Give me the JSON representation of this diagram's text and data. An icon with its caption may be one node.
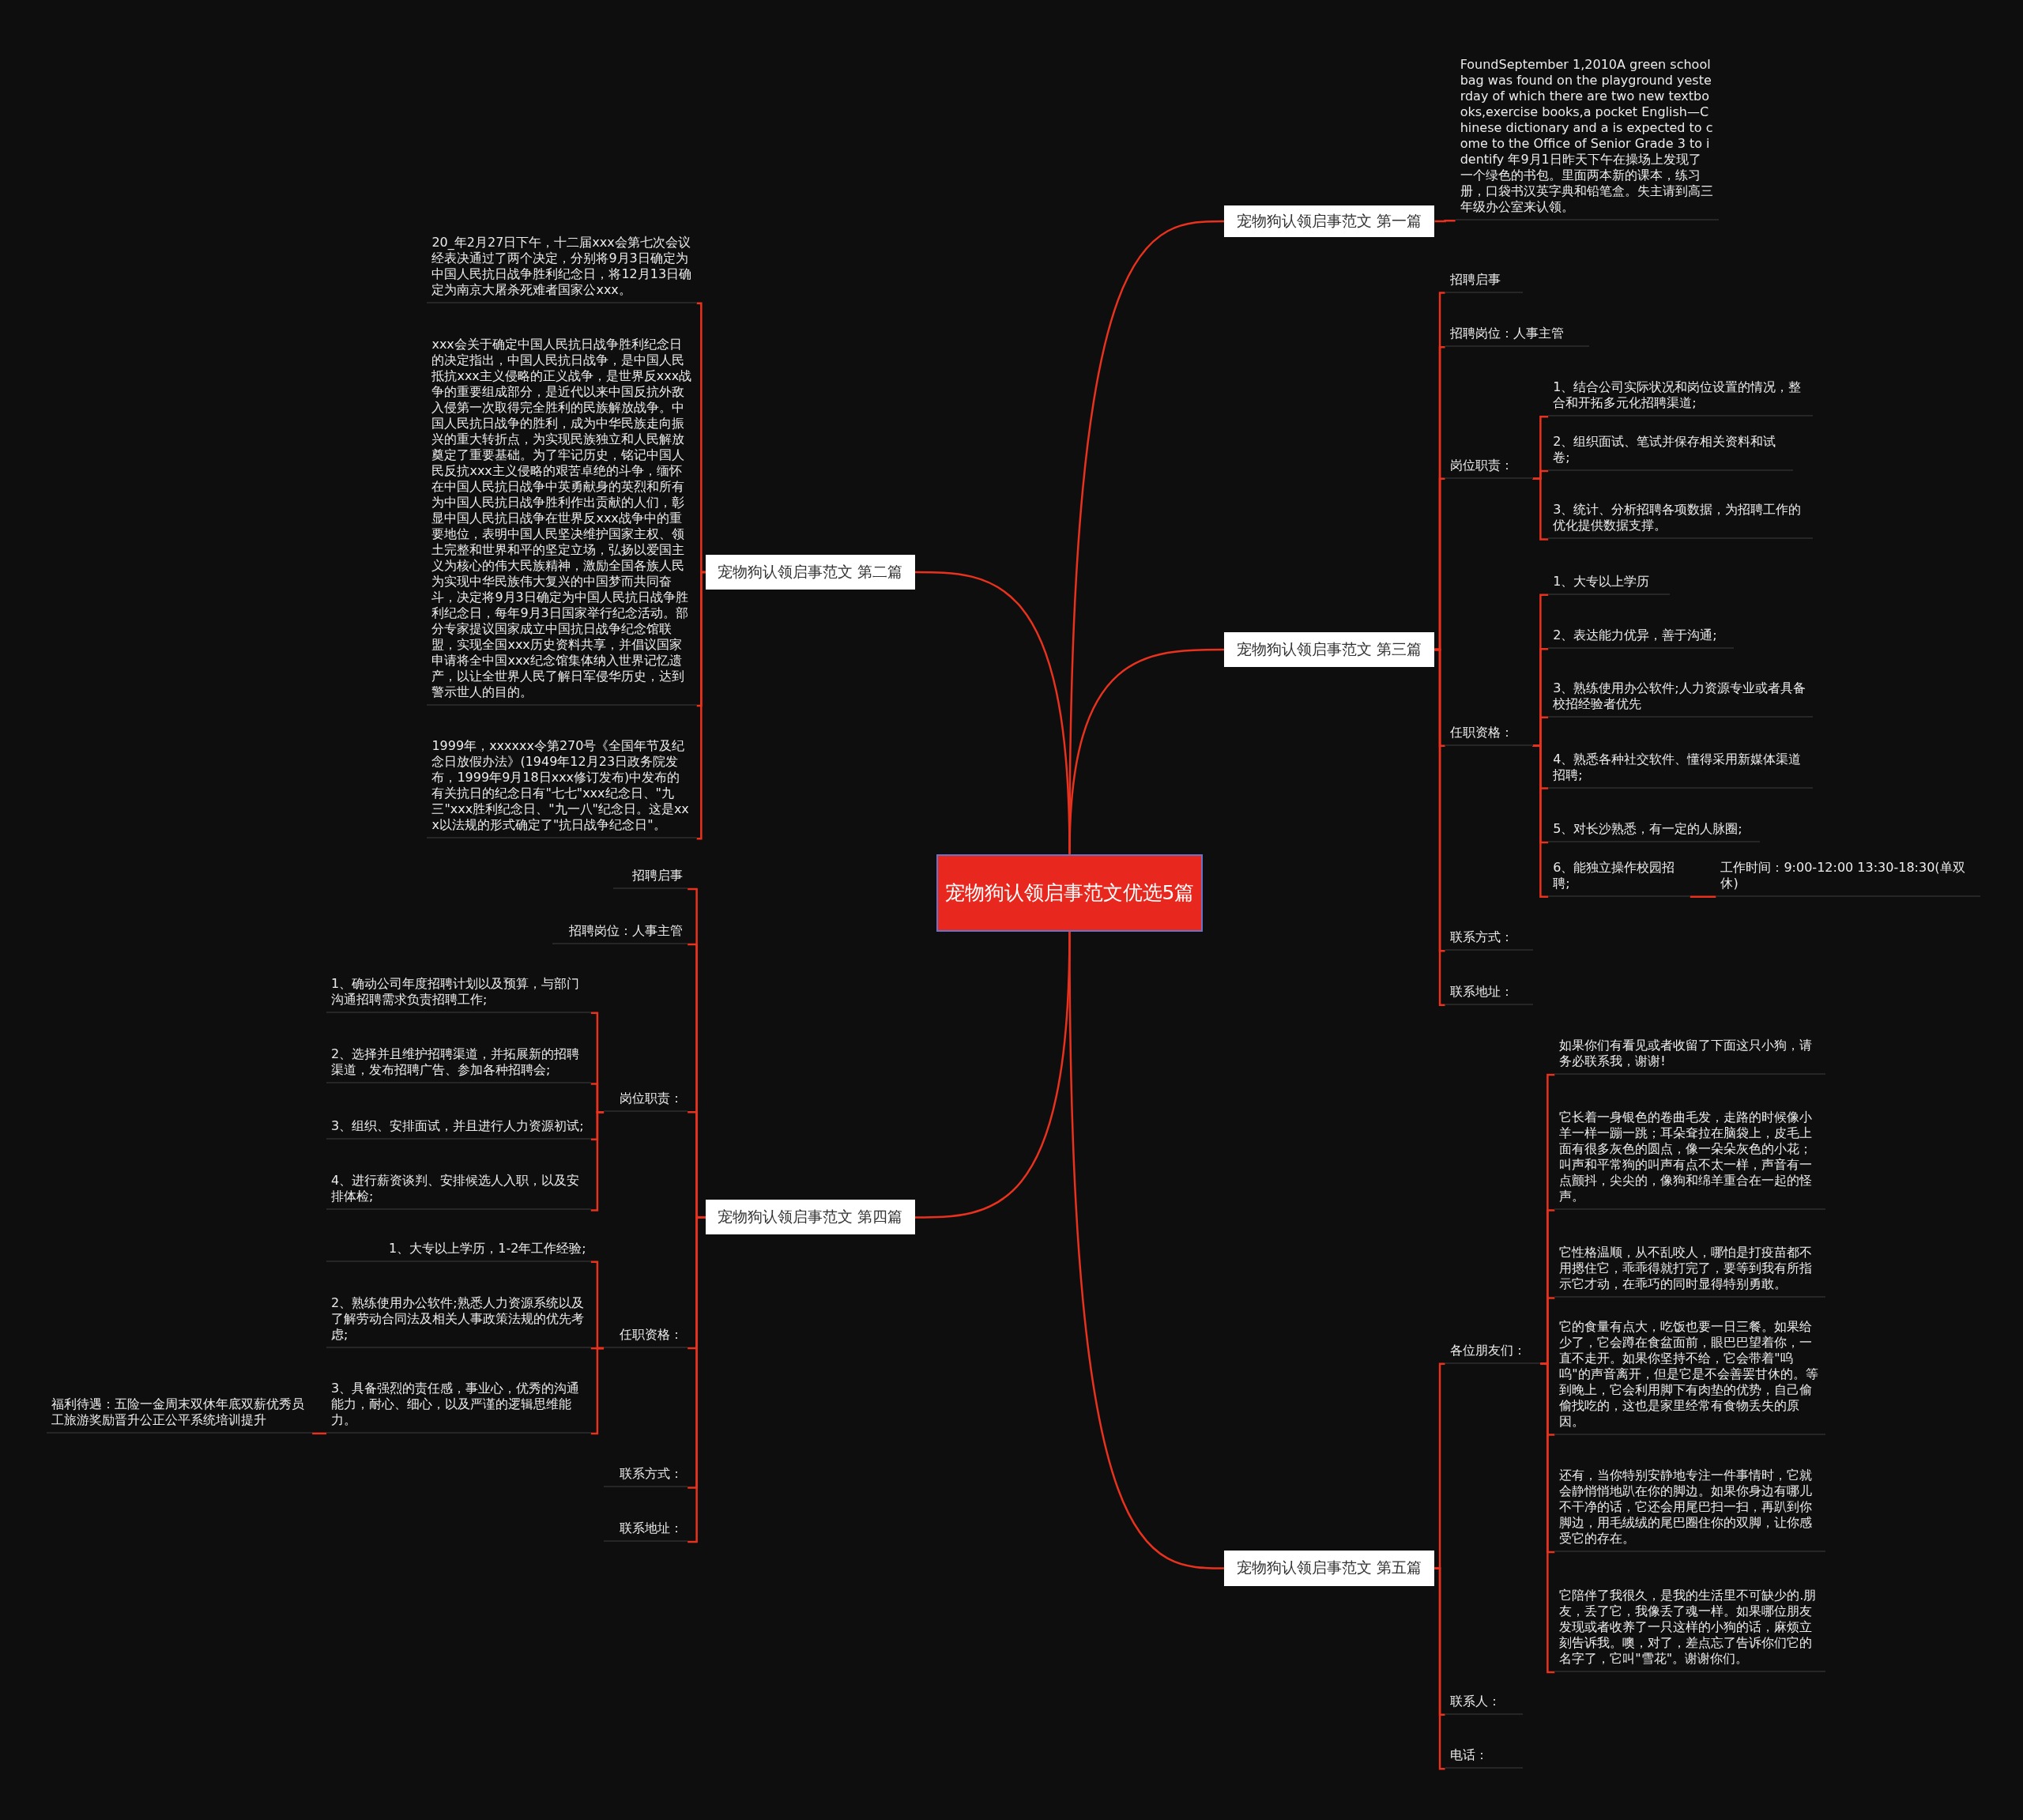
{
  "diagram": {
    "nodes": [
      {
        "text": [
          "宠物狗认领启事范文优选5篇"
        ]
      },
      {
        "text": [
          "宠物狗认领启事范文 第一篇"
        ]
      },
      {
        "text": [
          "FoundSeptember 1,2010A green school bag was found on the playground yesterday of which there are two new textbooks,exercise books,a pocket English—Chinese dictionary and a is expected to come to the Office of Senior Grade 3 to identify 年9月1日昨天下午在操场上发现了一个绿色的书包。里面两本新的课本，练习册，口袋书汉英字典和铅笔盒。失主请到高三年级办公室来认领。"
        ]
      },
      {
        "text": [
          "宠物狗认领启事范文 第二篇"
        ]
      },
      {
        "text": [
          "20_年2月27日下午，十二届xxx会第七次会议经表决通过了两个决定，分别将9月3日确定为中国人民抗日战争胜利纪念日，将12月13日确定为南京大屠杀死难者国家公xxx。"
        ]
      },
      {
        "text": [
          "xxx会关于确定中国人民抗日战争胜利纪念日的决定指出，中国人民抗日战争，是中国人民抵抗xxx主义侵略的正义战争，是世界反xxx战争的重要组成部分，是近代以来中国反抗外敌入侵第一次取得完全胜利的民族解放战争。中国人民抗日战争的胜利，成为中华民族走向振兴的重大转折点，为实现民族独立和人民解放奠定了重要基础。为了牢记历史，铭记中国人民反抗xxx主义侵略的艰苦卓绝的斗争，缅怀在中国人民抗日战争中英勇献身的英烈和所有为中国人民抗日战争胜利作出贡献的人们，彰显中国人民抗日战争在世界反xxx战争中的重要地位，表明中国人民坚决维护国家主权、领土完整和世界和平的坚定立场，弘扬以爱国主义为核心的伟大民族精神，激励全国各族人民为实现中华民族伟大复兴的中国梦而共同奋斗，决定将9月3日确定为中国人民抗日战争胜利纪念日，每年9月3日国家举行纪念活动。部分专家提议国家成立中国抗日战争纪念馆联盟，实现全国xxx历史资料共享，并倡议国家申请将全中国xxx纪念馆集体纳入世界记忆遗产，以让全世界人民了解日军侵华历史，达到警示世人的目的。"
        ]
      },
      {
        "text": [
          "1999年，xxxxxx令第270号《全国年节及纪念日放假办法》(1949年12月23日政务院发布，1999年9月18日xxx修订发布)中发布的有关抗日的纪念日有\"七七\"xxx纪念日、\"九三\"xxx胜利纪念日、\"九一八\"纪念日。这是xxx以法规的形式确定了\"抗日战争纪念日\"。"
        ]
      },
      {
        "text": [
          "宠物狗认领启事范文 第三篇"
        ]
      },
      {
        "text": [
          "招聘启事"
        ]
      },
      {
        "text": [
          "招聘岗位：人事主管"
        ]
      },
      {
        "text": [
          "岗位职责："
        ]
      },
      {
        "text": [
          "1、结合公司实际状况和岗位设置的情况，整合和开拓多元化招聘渠道;"
        ]
      },
      {
        "text": [
          "2、组织面试、笔试并保存相关资料和试卷;"
        ]
      },
      {
        "text": [
          "3、统计、分析招聘各项数据，为招聘工作的优化提供数据支撑。"
        ]
      },
      {
        "text": [
          "任职资格："
        ]
      },
      {
        "text": [
          "1、大专以上学历"
        ]
      },
      {
        "text": [
          "2、表达能力优异，善于沟通;"
        ]
      },
      {
        "text": [
          "3、熟练使用办公软件;人力资源专业或者具备校招经验者优先"
        ]
      },
      {
        "text": [
          "4、熟悉各种社交软件、懂得采用新媒体渠道招聘;"
        ]
      },
      {
        "text": [
          "5、对长沙熟悉，有一定的人脉圈;"
        ]
      },
      {
        "text": [
          "6、能独立操作校园招聘;"
        ]
      },
      {
        "text": [
          "工作时间：9:00-12:00 13:30-18:30(单双休)"
        ]
      },
      {
        "text": [
          "联系方式："
        ]
      },
      {
        "text": [
          "联系地址："
        ]
      },
      {
        "text": [
          "宠物狗认领启事范文 第四篇"
        ]
      },
      {
        "text": [
          "招聘启事"
        ]
      },
      {
        "text": [
          "招聘岗位：人事主管"
        ]
      },
      {
        "text": [
          "岗位职责："
        ]
      },
      {
        "text": [
          "1、确动公司年度招聘计划以及预算，与部门沟通招聘需求负责招聘工作;"
        ]
      },
      {
        "text": [
          "2、选择并且维护招聘渠道，并拓展新的招聘渠道，发布招聘广告、参加各种招聘会;"
        ]
      },
      {
        "text": [
          "3、组织、安排面试，并且进行人力资源初试;"
        ]
      },
      {
        "text": [
          "4、进行薪资谈判、安排候选人入职，以及安排体检;"
        ]
      },
      {
        "text": [
          "任职资格："
        ]
      },
      {
        "text": [
          "1、大专以上学历，1-2年工作经验;"
        ]
      },
      {
        "text": [
          "2、熟练使用办公软件;熟悉人力资源系统以及了解劳动合同法及相关人事政策法规的优先考虑;"
        ]
      },
      {
        "text": [
          "3、具备强烈的责任感，事业心，优秀的沟通能力，耐心、细心，以及严谨的逻辑思维能力。"
        ]
      },
      {
        "text": [
          "福利待遇：五险一金周末双休年底双薪优秀员工旅游奖励晋升公正公平系统培训提升"
        ]
      },
      {
        "text": [
          "联系方式："
        ]
      },
      {
        "text": [
          "联系地址："
        ]
      },
      {
        "text": [
          "宠物狗认领启事范文 第五篇"
        ]
      },
      {
        "text": [
          "各位朋友们："
        ]
      },
      {
        "text": [
          "如果你们有看见或者收留了下面这只小狗，请务必联系我，谢谢!"
        ]
      },
      {
        "text": [
          "它长着一身银色的卷曲毛发，走路的时候像小羊一样一蹦一跳；耳朵耷拉在脑袋上，皮毛上面有很多灰色的圆点，像一朵朵灰色的小花；叫声和平常狗的叫声有点不太一样，声音有一点颤抖，尖尖的，像狗和绵羊重合在一起的怪声。"
        ]
      },
      {
        "text": [
          "它性格温顺，从不乱咬人，哪怕是打疫苗都不用摁住它，乖乖得就打完了，要等到我有所指示它才动，在乖巧的同时显得特别勇敢。"
        ]
      },
      {
        "text": [
          "它的食量有点大，吃饭也要一日三餐。如果给少了，它会蹲在食盆面前，眼巴巴望着你，一直不走开。如果你坚持不给，它会带着\"呜呜\"的声音离开，但是它是不会善罢甘休的。等到晚上，它会利用脚下有肉垫的优势，自己偷偷找吃的，这也是家里经常有食物丢失的原因。"
        ]
      },
      {
        "text": [
          "还有，当你特别安静地专注一件事情时，它就会静悄悄地趴在你的脚边。如果你身边有哪儿不干净的话，它还会用尾巴扫一扫，再趴到你脚边，用毛绒绒的尾巴圈住你的双脚，让你感受它的存在。"
        ]
      },
      {
        "text": [
          "它陪伴了我很久，是我的生活里不可缺少的.朋友，丢了它，我像丢了魂一样。如果哪位朋友发现或者收养了一只这样的小狗的话，麻烦立刻告诉我。噢，对了，差点忘了告诉你们它的名字了，它叫\"雪花\"。谢谢你们。"
        ]
      },
      {
        "text": [
          "联系人："
        ]
      },
      {
        "text": [
          "电话："
        ]
      }
    ],
    "edges": [
      {
        "from": 0,
        "to": 1,
        "arrow": "none"
      },
      {
        "from": 1,
        "to": 2,
        "arrow": "none"
      },
      {
        "from": 0,
        "to": 3,
        "arrow": "none"
      },
      {
        "from": 3,
        "to": 4,
        "arrow": "none"
      },
      {
        "from": 3,
        "to": 5,
        "arrow": "none"
      },
      {
        "from": 3,
        "to": 6,
        "arrow": "none"
      },
      {
        "from": 0,
        "to": 7,
        "arrow": "none"
      },
      {
        "from": 7,
        "to": 8,
        "arrow": "none"
      },
      {
        "from": 7,
        "to": 9,
        "arrow": "none"
      },
      {
        "from": 7,
        "to": 10,
        "arrow": "none"
      },
      {
        "from": 10,
        "to": 11,
        "arrow": "none"
      },
      {
        "from": 10,
        "to": 12,
        "arrow": "none"
      },
      {
        "from": 10,
        "to": 13,
        "arrow": "none"
      },
      {
        "from": 7,
        "to": 14,
        "arrow": "none"
      },
      {
        "from": 14,
        "to": 15,
        "arrow": "none"
      },
      {
        "from": 14,
        "to": 16,
        "arrow": "none"
      },
      {
        "from": 14,
        "to": 17,
        "arrow": "none"
      },
      {
        "from": 14,
        "to": 18,
        "arrow": "none"
      },
      {
        "from": 14,
        "to": 19,
        "arrow": "none"
      },
      {
        "from": 14,
        "to": 20,
        "arrow": "none"
      },
      {
        "from": 20,
        "to": 21,
        "arrow": "none"
      },
      {
        "from": 7,
        "to": 22,
        "arrow": "none"
      },
      {
        "from": 7,
        "to": 23,
        "arrow": "none"
      },
      {
        "from": 0,
        "to": 24,
        "arrow": "none"
      },
      {
        "from": 24,
        "to": 25,
        "arrow": "none"
      },
      {
        "from": 24,
        "to": 26,
        "arrow": "none"
      },
      {
        "from": 24,
        "to": 27,
        "arrow": "none"
      },
      {
        "from": 27,
        "to": 28,
        "arrow": "none"
      },
      {
        "from": 27,
        "to": 29,
        "arrow": "none"
      },
      {
        "from": 27,
        "to": 30,
        "arrow": "none"
      },
      {
        "from": 27,
        "to": 31,
        "arrow": "none"
      },
      {
        "from": 24,
        "to": 32,
        "arrow": "none"
      },
      {
        "from": 32,
        "to": 33,
        "arrow": "none"
      },
      {
        "from": 32,
        "to": 34,
        "arrow": "none"
      },
      {
        "from": 32,
        "to": 35,
        "arrow": "none"
      },
      {
        "from": 35,
        "to": 36,
        "arrow": "none"
      },
      {
        "from": 24,
        "to": 37,
        "arrow": "none"
      },
      {
        "from": 24,
        "to": 38,
        "arrow": "none"
      },
      {
        "from": 0,
        "to": 39,
        "arrow": "none"
      },
      {
        "from": 39,
        "to": 40,
        "arrow": "none"
      },
      {
        "from": 40,
        "to": 41,
        "arrow": "none"
      },
      {
        "from": 40,
        "to": 42,
        "arrow": "none"
      },
      {
        "from": 40,
        "to": 43,
        "arrow": "none"
      },
      {
        "from": 40,
        "to": 44,
        "arrow": "none"
      },
      {
        "from": 40,
        "to": 45,
        "arrow": "none"
      },
      {
        "from": 40,
        "to": 46,
        "arrow": "none"
      },
      {
        "from": 39,
        "to": 47,
        "arrow": "none"
      },
      {
        "from": 39,
        "to": 48,
        "arrow": "none"
      }
    ]
  }
}
